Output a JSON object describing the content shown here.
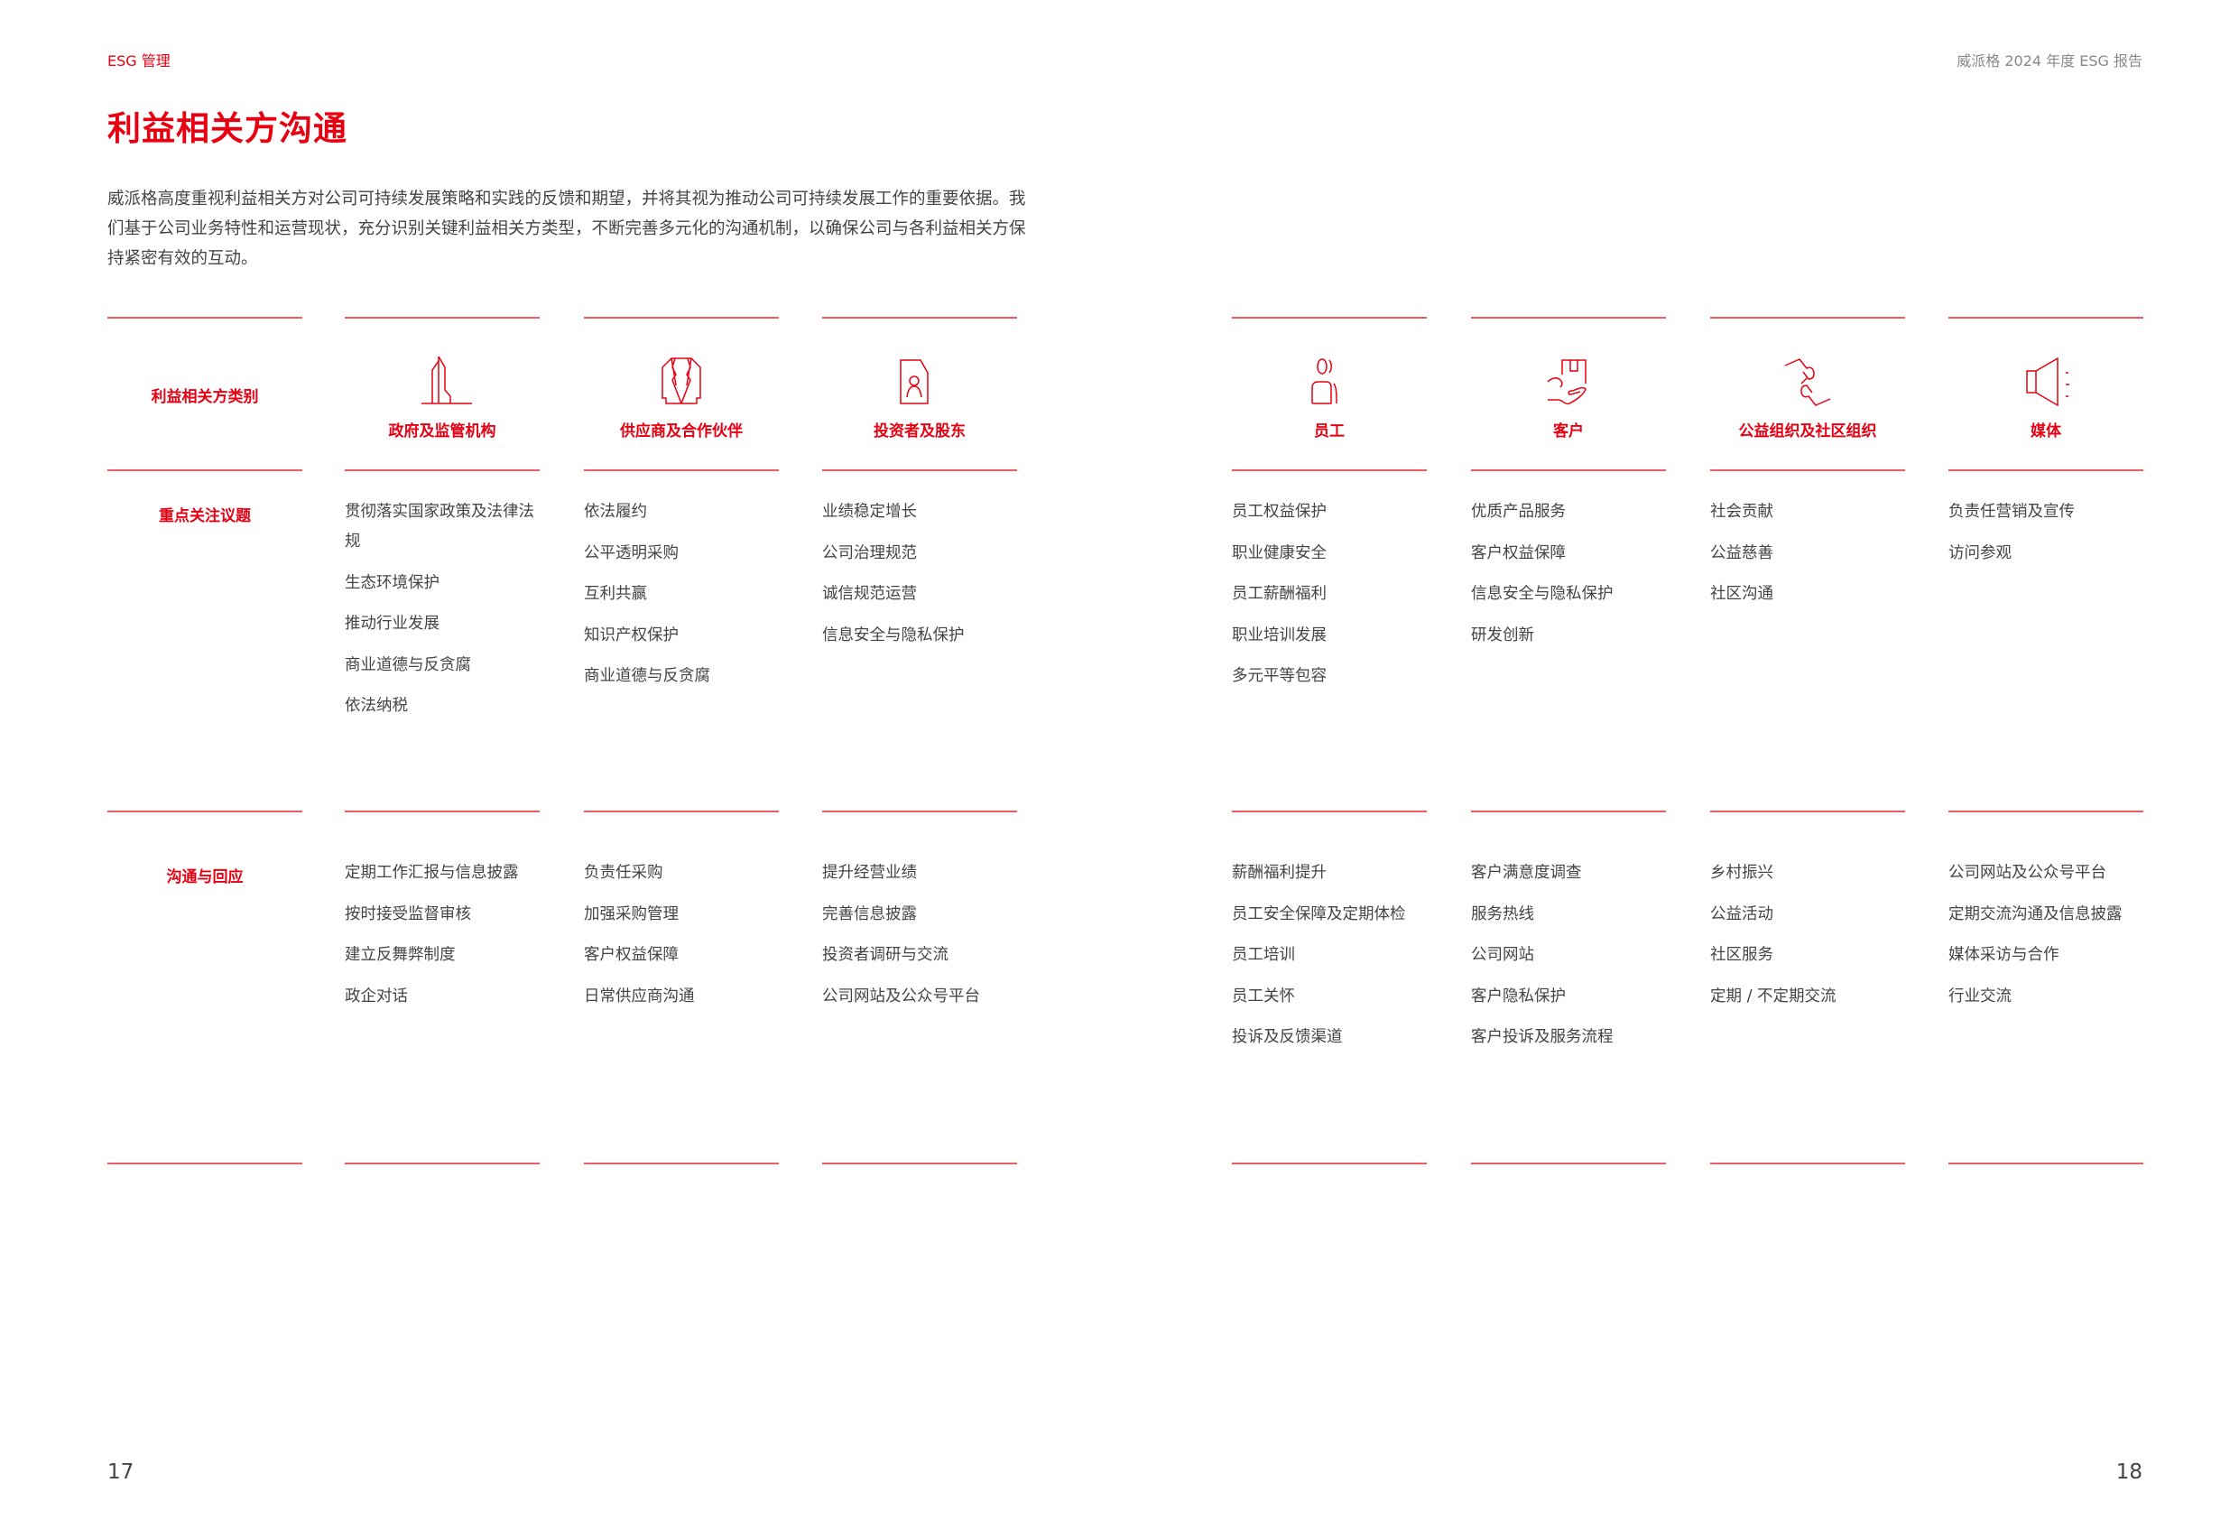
{
  "header": {
    "section": "ESG 管理",
    "report": "威派格 2024 年度 ESG 报告"
  },
  "title": "利益相关方沟通",
  "intro": "威派格高度重视利益相关方对公司可持续发展策略和实践的反馈和期望，并将其视为推动公司可持续发展工作的重要依据。我们基于公司业务特性和运营现状，充分识别关键利益相关方类型，不断完善多元化的沟通机制，以确保公司与各利益相关方保持紧密有效的互动。",
  "row_labels": {
    "category": "利益相关方类别",
    "issues": "重点关注议题",
    "communication": "沟通与回应"
  },
  "stakeholders": [
    {
      "name": "政府及监管机构",
      "icon": "building-icon",
      "issues": [
        "贯彻落实国家政策及法律法规",
        "生态环境保护",
        "推动行业发展",
        "商业道德与反贪腐",
        "依法纳税"
      ],
      "communication": [
        "定期工作汇报与信息披露",
        "按时接受监督审核",
        "建立反舞弊制度",
        "政企对话"
      ]
    },
    {
      "name": "供应商及合作伙伴",
      "icon": "suit-icon",
      "issues": [
        "依法履约",
        "公平透明采购",
        "互利共赢",
        "知识产权保护",
        "商业道德与反贪腐"
      ],
      "communication": [
        "负责任采购",
        "加强采购管理",
        "客户权益保障",
        "日常供应商沟通"
      ]
    },
    {
      "name": "投资者及股东",
      "icon": "document-person-icon",
      "issues": [
        "业绩稳定增长",
        "公司治理规范",
        "诚信规范运营",
        "信息安全与隐私保护"
      ],
      "communication": [
        "提升经营业绩",
        "完善信息披露",
        "投资者调研与交流",
        "公司网站及公众号平台"
      ]
    },
    {
      "name": "员工",
      "icon": "people-icon",
      "issues": [
        "员工权益保护",
        "职业健康安全",
        "员工薪酬福利",
        "职业培训发展",
        "多元平等包容"
      ],
      "communication": [
        "薪酬福利提升",
        "员工安全保障及定期体检",
        "员工培训",
        "员工关怀",
        "投诉及反馈渠道"
      ]
    },
    {
      "name": "客户",
      "icon": "hand-box-icon",
      "issues": [
        "优质产品服务",
        "客户权益保障",
        "信息安全与隐私保护",
        "研发创新"
      ],
      "communication": [
        "客户满意度调查",
        "服务热线",
        "公司网站",
        "客户隐私保护",
        "客户投诉及服务流程"
      ]
    },
    {
      "name": "公益组织及社区组织",
      "icon": "handshake-icon",
      "issues": [
        "社会贡献",
        "公益慈善",
        "社区沟通"
      ],
      "communication": [
        "乡村振兴",
        "公益活动",
        "社区服务",
        "定期 / 不定期交流"
      ]
    },
    {
      "name": "媒体",
      "icon": "speaker-icon",
      "issues": [
        "负责任营销及宣传",
        "访问参观"
      ],
      "communication": [
        "公司网站及公众号平台",
        "定期交流沟通及信息披露",
        "媒体采访与合作",
        "行业交流"
      ]
    }
  ],
  "page_numbers": {
    "left": "17",
    "right": "18"
  },
  "colors": {
    "accent": "#e60012",
    "line": "#ef5a64",
    "text": "#444444"
  }
}
